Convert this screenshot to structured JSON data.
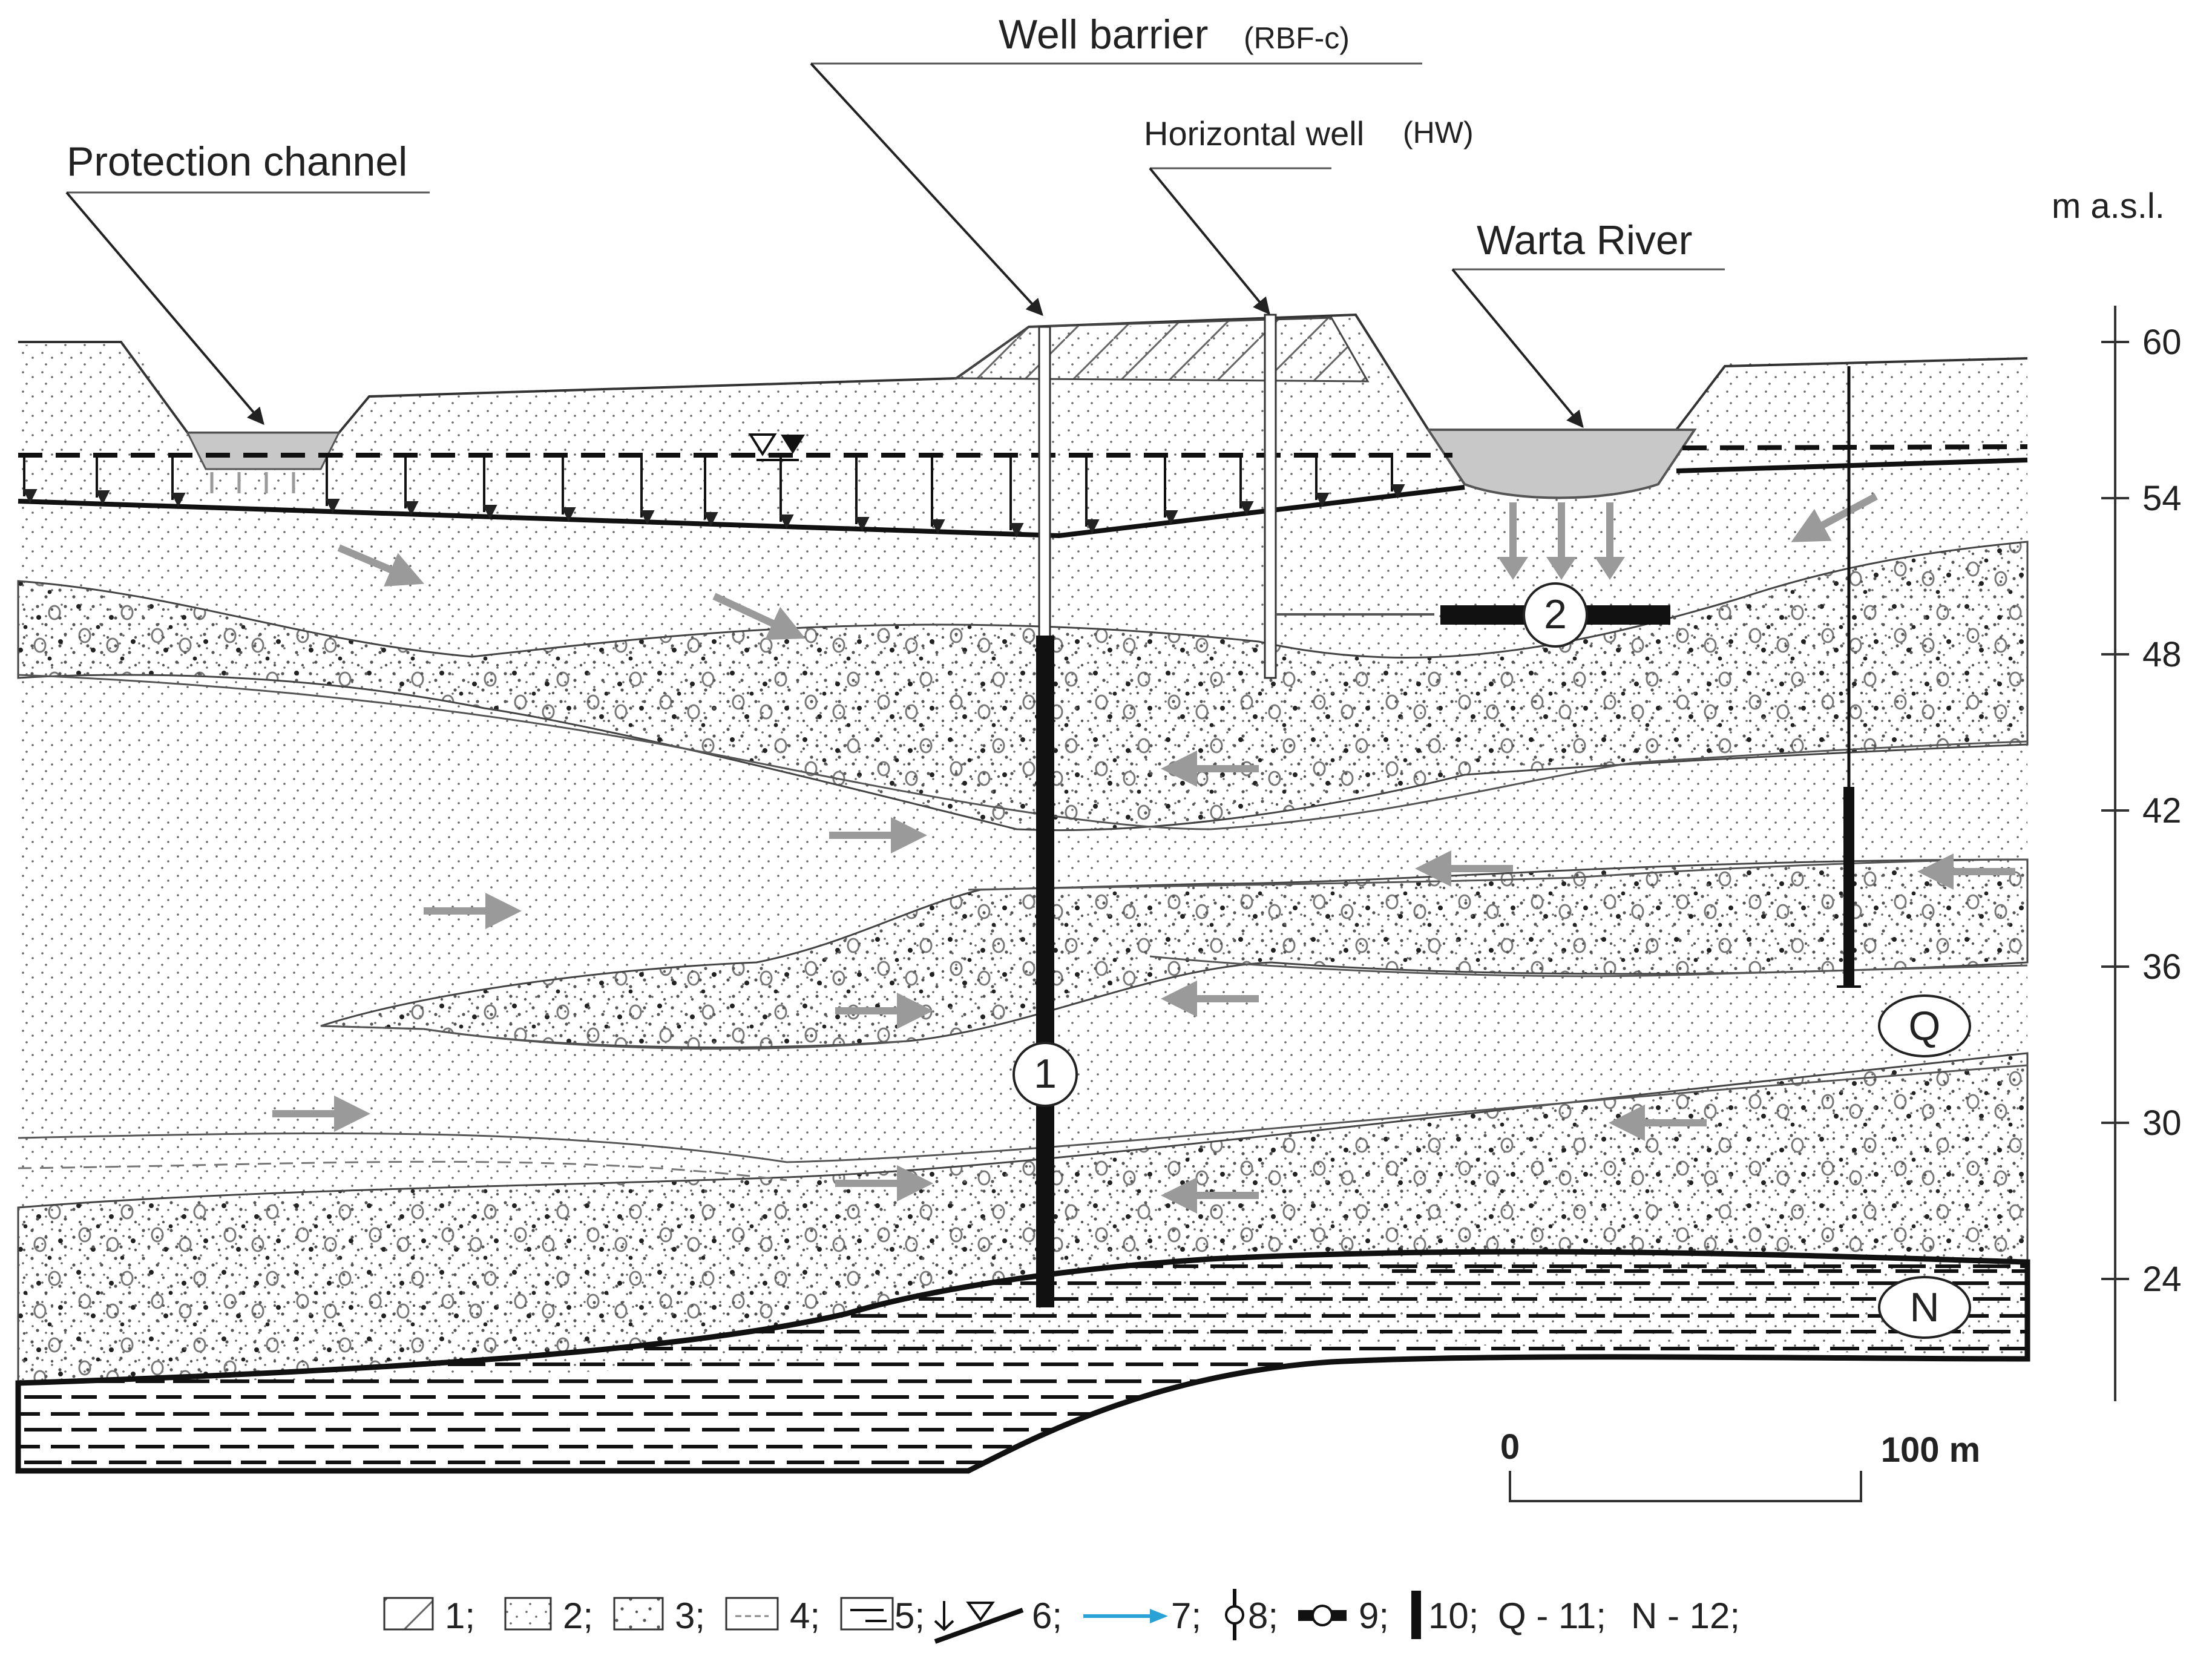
{
  "labels": {
    "well_barrier": "Well barrier",
    "well_barrier_code": "(RBF-c)",
    "horizontal_well": "Horizontal well",
    "horizontal_well_code": "(HW)",
    "protection_channel": "Protection channel",
    "warta_river": "Warta River",
    "unit": "m a.s.l.",
    "marker_1": "1",
    "marker_2": "2",
    "stratum_q": "Q",
    "stratum_n": "N"
  },
  "elevation_scale": {
    "ticks": [
      "60",
      "54",
      "48",
      "42",
      "36",
      "30",
      "24"
    ]
  },
  "scale_bar": {
    "start": "0",
    "end": "100 m"
  },
  "legend": [
    {
      "text": "1;"
    },
    {
      "text": "2;"
    },
    {
      "text": "3;"
    },
    {
      "text": "4;"
    },
    {
      "text": "5;"
    },
    {
      "text": "6;"
    },
    {
      "text": "7;"
    },
    {
      "text": "8;"
    },
    {
      "text": "9;"
    },
    {
      "text": "10;"
    },
    {
      "text": "Q - 11;"
    },
    {
      "text": "N - 12;"
    }
  ],
  "colors": {
    "water": "#c8c8c8",
    "flow_arrow": "#9a9a9a",
    "legend_arrow": "#29a3d6",
    "line": "#222222"
  }
}
